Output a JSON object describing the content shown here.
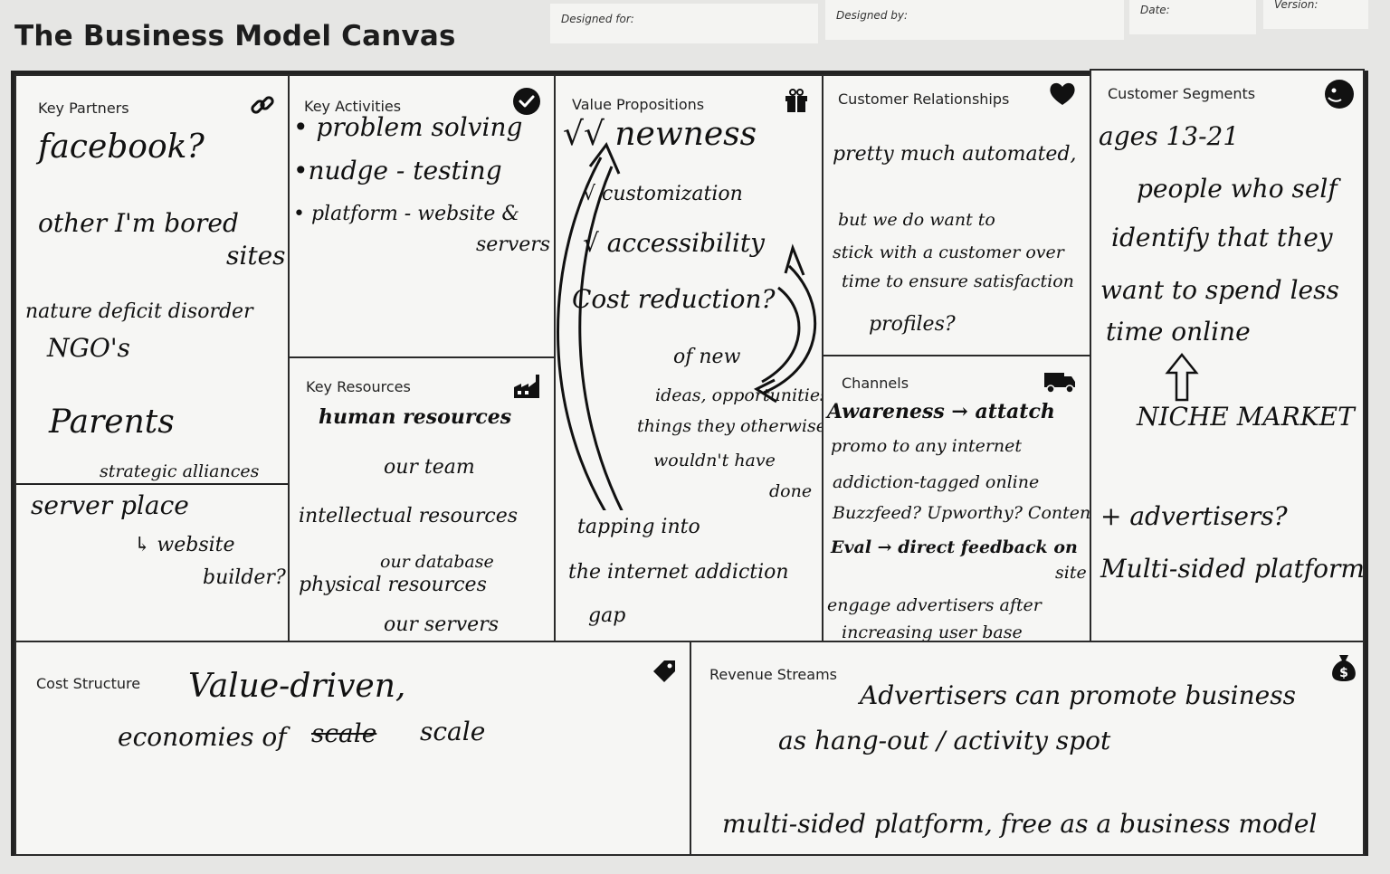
{
  "header": {
    "title": "The Business Model Canvas",
    "designed_for": "Designed for:",
    "designed_by": "Designed by:",
    "date": "Date:",
    "version": "Version:"
  },
  "icons": {
    "key_partners": "link-icon",
    "key_activities": "checkmark-icon",
    "value_propositions": "gift-icon",
    "customer_relationships": "heart-icon",
    "customer_segments": "face-icon",
    "key_resources": "factory-icon",
    "channels": "truck-icon",
    "cost_structure": "price-tag-icon",
    "revenue_streams": "money-bag-icon"
  },
  "sections": {
    "key_partners": {
      "label": "Key Partners",
      "notes": [
        "facebook?",
        "other I'm bored",
        "sites?",
        "nature deficit disorder",
        "NGO's",
        "Parents",
        "strategic alliances",
        "server place",
        "↳ website",
        "builder?"
      ]
    },
    "key_activities": {
      "label": "Key Activities",
      "notes": [
        "• problem solving",
        "•nudge - testing",
        "• platform - website &",
        "servers"
      ]
    },
    "key_resources": {
      "label": "Key Resources",
      "notes": [
        "human resources",
        "our team",
        "intellectual resources",
        "our database",
        "physical resources",
        "our servers"
      ]
    },
    "value_propositions": {
      "label": "Value Propositions",
      "notes": [
        "√√ newness",
        "√ customization",
        "√ accessibility",
        "Cost reduction?",
        "of new",
        "ideas, opportunities,",
        "things they otherwise",
        "wouldn't have",
        "done",
        "tapping into",
        "the internet addiction",
        "gap"
      ]
    },
    "customer_relationships": {
      "label": "Customer Relationships",
      "notes": [
        "pretty much automated,",
        "but we do want to",
        "stick with a customer over",
        "time to ensure satisfaction",
        "profiles?"
      ]
    },
    "channels": {
      "label": "Channels",
      "notes": [
        "Awareness → attatch",
        "promo to any internet",
        "addiction-tagged online",
        "Buzzfeed? Upworthy? Content",
        "Eval → direct feedback on",
        "site",
        "engage advertisers after",
        "increasing user base"
      ]
    },
    "customer_segments": {
      "label": "Customer Segments",
      "notes": [
        "ages 13-21",
        "people who self",
        "identify that they",
        "want to spend less",
        "time online",
        "NICHE MARKET",
        "+ advertisers?",
        "Multi-sided platform?"
      ]
    },
    "cost_structure": {
      "label": "Cost Structure",
      "notes": [
        "Value-driven,",
        "economies of",
        "scale",
        "scale"
      ]
    },
    "revenue_streams": {
      "label": "Revenue Streams",
      "notes": [
        "Advertisers can promote business",
        "as hang-out / activity spot",
        "multi-sided platform, free as a business model"
      ]
    }
  }
}
